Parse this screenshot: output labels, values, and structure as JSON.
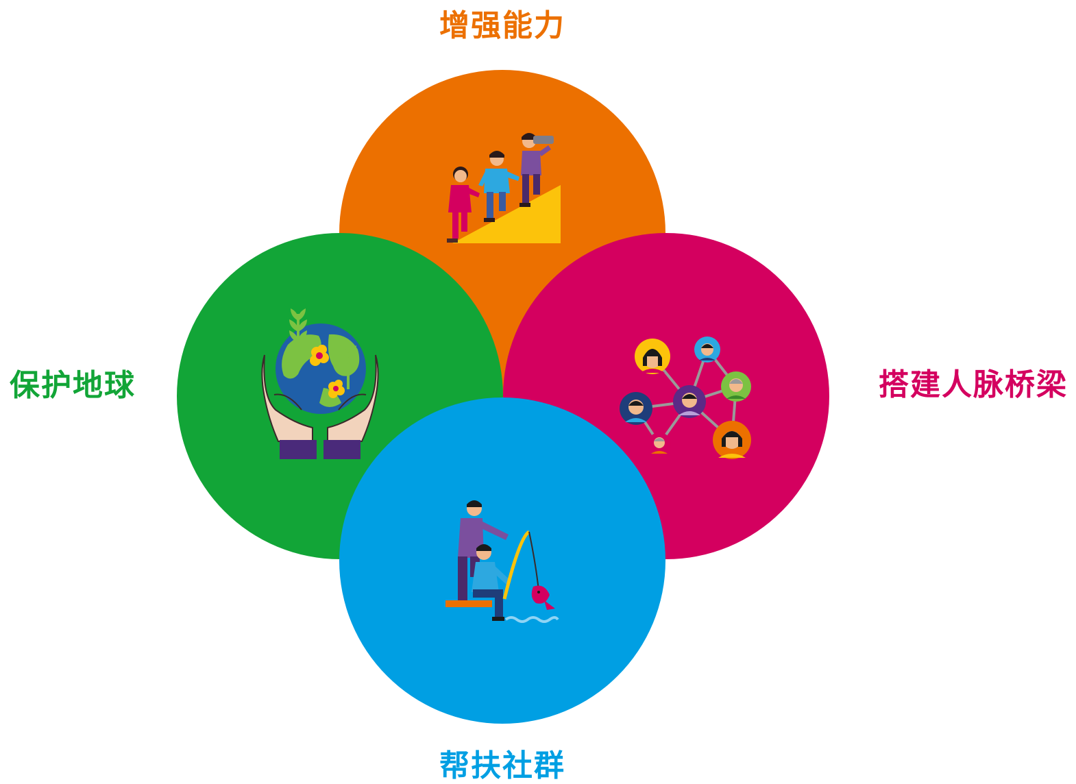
{
  "labels": {
    "top": "增强能力",
    "left": "保护地球",
    "right": "搭建人脉桥梁",
    "bottom": "帮扶社群"
  },
  "colors": {
    "orange": "#EC7000",
    "green": "#12A537",
    "pink": "#D4005F",
    "blue": "#009FE3"
  },
  "icons": {
    "top": "climbing-people-icon",
    "left": "hands-holding-earth-icon",
    "right": "people-network-icon",
    "bottom": "teaching-fishing-icon"
  }
}
